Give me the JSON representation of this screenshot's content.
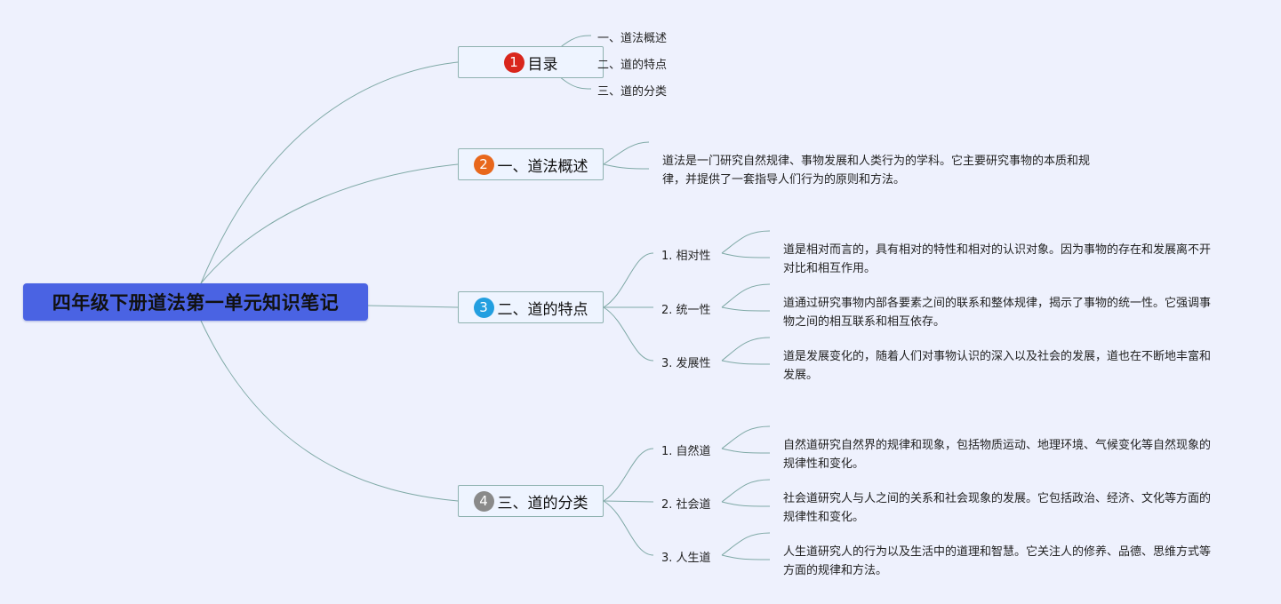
{
  "root": {
    "title": "四年级下册道法第一单元知识笔记"
  },
  "topics": [
    {
      "number": "1",
      "label": "目录",
      "color": "#d9261c"
    },
    {
      "number": "2",
      "label": "一、道法概述",
      "color": "#e8671c"
    },
    {
      "number": "3",
      "label": "二、道的特点",
      "color": "#239fe0"
    },
    {
      "number": "4",
      "label": "三、道的分类",
      "color": "#8a8a8a"
    }
  ],
  "toc": [
    "一、道法概述",
    "二、道的特点",
    "三、道的分类"
  ],
  "overview": "道法是一门研究自然规律、事物发展和人类行为的学科。它主要研究事物的本质和规律，并提供了一套指导人们行为的原则和方法。",
  "features": [
    {
      "label": "1. 相对性",
      "text": "道是相对而言的，具有相对的特性和相对的认识对象。因为事物的存在和发展离不开对比和相互作用。"
    },
    {
      "label": "2. 统一性",
      "text": "道通过研究事物内部各要素之间的联系和整体规律，揭示了事物的统一性。它强调事物之间的相互联系和相互依存。"
    },
    {
      "label": "3. 发展性",
      "text": "道是发展变化的，随着人们对事物认识的深入以及社会的发展，道也在不断地丰富和发展。"
    }
  ],
  "categories": [
    {
      "label": "1. 自然道",
      "text": "自然道研究自然界的规律和现象，包括物质运动、地理环境、气候变化等自然现象的规律性和变化。"
    },
    {
      "label": "2. 社会道",
      "text": "社会道研究人与人之间的关系和社会现象的发展。它包括政治、经济、文化等方面的规律性和变化。"
    },
    {
      "label": "3. 人生道",
      "text": "人生道研究人的行为以及生活中的道理和智慧。它关注人的修养、品德、思维方式等方面的规律和方法。"
    }
  ],
  "colors": {
    "background": "#eef1fd",
    "root": "#4a63e3",
    "line": "#7fa9a6"
  }
}
